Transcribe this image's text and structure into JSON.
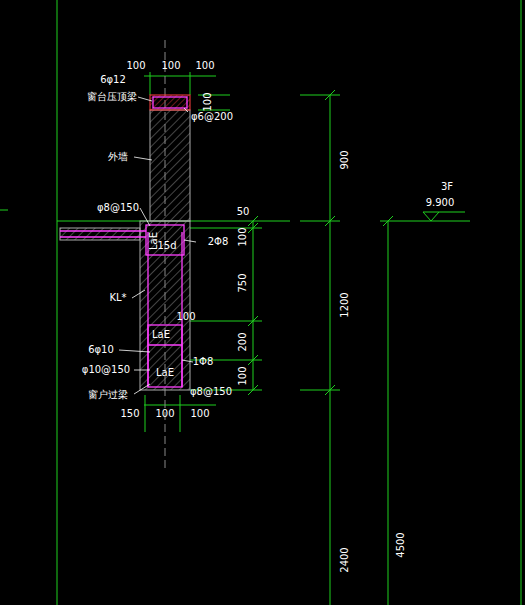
{
  "diagram": {
    "labels": [
      "100",
      "100",
      "100",
      "6φ12",
      "窗台压顶梁",
      "100",
      "φ6@200",
      "外墙",
      "900",
      "3F",
      "9.900",
      "φ8@150",
      "50",
      "100",
      "LaE",
      "15d",
      "2Φ8",
      "750",
      "1200",
      "KL*",
      "100",
      "LaE",
      "6φ10",
      "1Φ8",
      "200",
      "φ10@150",
      "LaE",
      "100",
      "φ8@150",
      "窗户过梁",
      "150",
      "100",
      "100",
      "2400",
      "4500"
    ]
  }
}
